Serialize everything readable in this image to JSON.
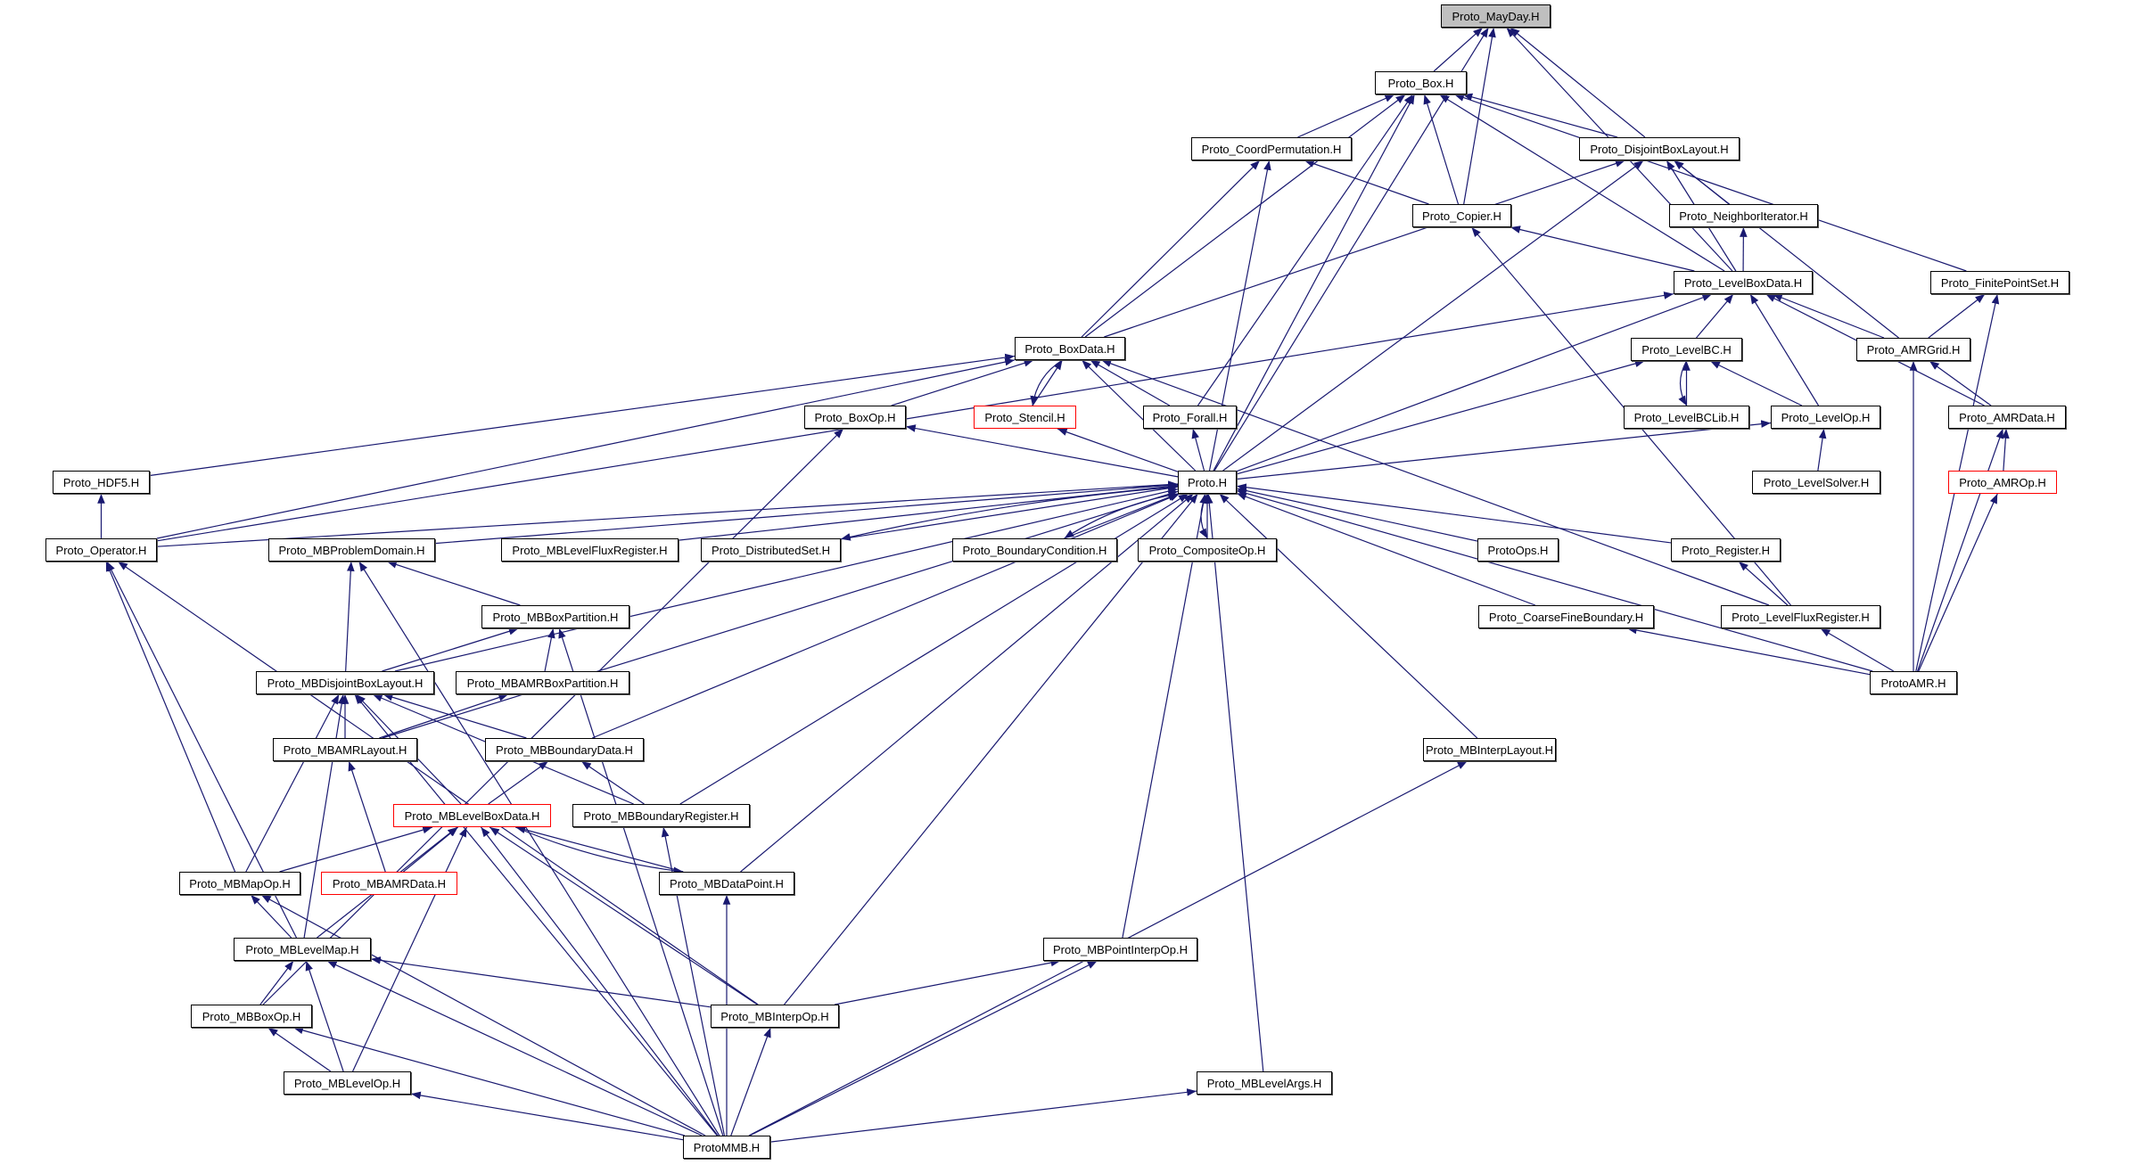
{
  "graph": {
    "title": "Proto_MayDay.H include dependency graph",
    "colors": {
      "edge": "#191970",
      "root_fill": "#bfbfbf",
      "truncated_border": "#ff0000",
      "node_border": "#000000"
    },
    "nodes": [
      {
        "id": "mayday",
        "label": "Proto_MayDay.H",
        "kind": "root"
      },
      {
        "id": "box",
        "label": "Proto_Box.H",
        "kind": "normal"
      },
      {
        "id": "coordperm",
        "label": "Proto_CoordPermutation.H",
        "kind": "normal"
      },
      {
        "id": "dbl",
        "label": "Proto_DisjointBoxLayout.H",
        "kind": "normal"
      },
      {
        "id": "copier",
        "label": "Proto_Copier.H",
        "kind": "normal"
      },
      {
        "id": "neighbor",
        "label": "Proto_NeighborIterator.H",
        "kind": "normal"
      },
      {
        "id": "levelboxdata",
        "label": "Proto_LevelBoxData.H",
        "kind": "normal"
      },
      {
        "id": "finitepointset",
        "label": "Proto_FinitePointSet.H",
        "kind": "normal"
      },
      {
        "id": "boxdata",
        "label": "Proto_BoxData.H",
        "kind": "normal"
      },
      {
        "id": "levelbc",
        "label": "Proto_LevelBC.H",
        "kind": "normal"
      },
      {
        "id": "amrgrid",
        "label": "Proto_AMRGrid.H",
        "kind": "normal"
      },
      {
        "id": "boxop",
        "label": "Proto_BoxOp.H",
        "kind": "normal"
      },
      {
        "id": "stencil",
        "label": "Proto_Stencil.H",
        "kind": "truncated"
      },
      {
        "id": "forall",
        "label": "Proto_Forall.H",
        "kind": "normal"
      },
      {
        "id": "levelbclib",
        "label": "Proto_LevelBCLib.H",
        "kind": "normal"
      },
      {
        "id": "levelop",
        "label": "Proto_LevelOp.H",
        "kind": "normal"
      },
      {
        "id": "amrdata",
        "label": "Proto_AMRData.H",
        "kind": "normal"
      },
      {
        "id": "hdf5",
        "label": "Proto_HDF5.H",
        "kind": "normal"
      },
      {
        "id": "proto",
        "label": "Proto.H",
        "kind": "normal"
      },
      {
        "id": "levelsolver",
        "label": "Proto_LevelSolver.H",
        "kind": "normal"
      },
      {
        "id": "amrop",
        "label": "Proto_AMROp.H",
        "kind": "truncated"
      },
      {
        "id": "operator",
        "label": "Proto_Operator.H",
        "kind": "normal"
      },
      {
        "id": "mbproblemdomain",
        "label": "Proto_MBProblemDomain.H",
        "kind": "normal"
      },
      {
        "id": "mblevelfluxreg",
        "label": "Proto_MBLevelFluxRegister.H",
        "kind": "normal"
      },
      {
        "id": "distributedset",
        "label": "Proto_DistributedSet.H",
        "kind": "normal"
      },
      {
        "id": "boundarycond",
        "label": "Proto_BoundaryCondition.H",
        "kind": "normal"
      },
      {
        "id": "compositeop",
        "label": "Proto_CompositeOp.H",
        "kind": "normal"
      },
      {
        "id": "protoops",
        "label": "ProtoOps.H",
        "kind": "normal"
      },
      {
        "id": "register",
        "label": "Proto_Register.H",
        "kind": "normal"
      },
      {
        "id": "mbboxpartition",
        "label": "Proto_MBBoxPartition.H",
        "kind": "normal"
      },
      {
        "id": "coarsefine",
        "label": "Proto_CoarseFineBoundary.H",
        "kind": "normal"
      },
      {
        "id": "levelfluxreg",
        "label": "Proto_LevelFluxRegister.H",
        "kind": "normal"
      },
      {
        "id": "mbdbl",
        "label": "Proto_MBDisjointBoxLayout.H",
        "kind": "normal"
      },
      {
        "id": "mbamrboxpartition",
        "label": "Proto_MBAMRBoxPartition.H",
        "kind": "normal"
      },
      {
        "id": "protoamr",
        "label": "ProtoAMR.H",
        "kind": "normal"
      },
      {
        "id": "mbamrlayout",
        "label": "Proto_MBAMRLayout.H",
        "kind": "normal"
      },
      {
        "id": "mbboundarydata",
        "label": "Proto_MBBoundaryData.H",
        "kind": "normal"
      },
      {
        "id": "mbinterplayout",
        "label": "Proto_MBInterpLayout.H",
        "kind": "normal"
      },
      {
        "id": "mblevelboxdata",
        "label": "Proto_MBLevelBoxData.H",
        "kind": "truncated"
      },
      {
        "id": "mbboundaryreg",
        "label": "Proto_MBBoundaryRegister.H",
        "kind": "normal"
      },
      {
        "id": "mbmapop",
        "label": "Proto_MBMapOp.H",
        "kind": "normal"
      },
      {
        "id": "mbamrdata",
        "label": "Proto_MBAMRData.H",
        "kind": "truncated"
      },
      {
        "id": "mbdatapoint",
        "label": "Proto_MBDataPoint.H",
        "kind": "normal"
      },
      {
        "id": "mblevelmap",
        "label": "Proto_MBLevelMap.H",
        "kind": "normal"
      },
      {
        "id": "mbpointinterpop",
        "label": "Proto_MBPointInterpOp.H",
        "kind": "normal"
      },
      {
        "id": "mbboxop",
        "label": "Proto_MBBoxOp.H",
        "kind": "normal"
      },
      {
        "id": "mbinterpop",
        "label": "Proto_MBInterpOp.H",
        "kind": "normal"
      },
      {
        "id": "mblevelop",
        "label": "Proto_MBLevelOp.H",
        "kind": "normal"
      },
      {
        "id": "mblevelargs",
        "label": "Proto_MBLevelArgs.H",
        "kind": "normal"
      },
      {
        "id": "protommb",
        "label": "ProtoMMB.H",
        "kind": "normal"
      }
    ],
    "edges": [
      [
        "box",
        "mayday"
      ],
      [
        "copier",
        "mayday"
      ],
      [
        "dbl",
        "mayday"
      ],
      [
        "levelboxdata",
        "mayday"
      ],
      [
        "proto",
        "mayday"
      ],
      [
        "coordperm",
        "box"
      ],
      [
        "dbl",
        "box"
      ],
      [
        "copier",
        "box"
      ],
      [
        "levelboxdata",
        "box"
      ],
      [
        "finitepointset",
        "box"
      ],
      [
        "boxdata",
        "box"
      ],
      [
        "forall",
        "box"
      ],
      [
        "proto",
        "box"
      ],
      [
        "copier",
        "coordperm"
      ],
      [
        "boxdata",
        "coordperm"
      ],
      [
        "proto",
        "coordperm"
      ],
      [
        "neighbor",
        "dbl"
      ],
      [
        "levelboxdata",
        "dbl"
      ],
      [
        "amrgrid",
        "dbl"
      ],
      [
        "boxdata",
        "dbl"
      ],
      [
        "proto",
        "dbl"
      ],
      [
        "levelboxdata",
        "copier"
      ],
      [
        "levelfluxreg",
        "copier"
      ],
      [
        "levelboxdata",
        "neighbor"
      ],
      [
        "levelbc",
        "levelboxdata"
      ],
      [
        "levelop",
        "levelboxdata"
      ],
      [
        "amrgrid",
        "levelboxdata"
      ],
      [
        "amrdata",
        "levelboxdata"
      ],
      [
        "proto",
        "levelboxdata"
      ],
      [
        "operator",
        "levelboxdata"
      ],
      [
        "amrgrid",
        "finitepointset"
      ],
      [
        "protoamr",
        "finitepointset"
      ],
      [
        "boxop",
        "boxdata"
      ],
      [
        "stencil",
        "boxdata"
      ],
      [
        "forall",
        "boxdata"
      ],
      [
        "proto",
        "boxdata"
      ],
      [
        "hdf5",
        "boxdata"
      ],
      [
        "operator",
        "boxdata"
      ],
      [
        "levelfluxreg",
        "boxdata"
      ],
      [
        "boxdata",
        "stencil"
      ],
      [
        "levelbclib",
        "levelbc"
      ],
      [
        "levelop",
        "levelbc"
      ],
      [
        "proto",
        "levelbc"
      ],
      [
        "levelbc",
        "levelbclib"
      ],
      [
        "amrdata",
        "amrgrid"
      ],
      [
        "protoamr",
        "amrgrid"
      ],
      [
        "proto",
        "boxop"
      ],
      [
        "mbboxop",
        "boxop"
      ],
      [
        "proto",
        "stencil"
      ],
      [
        "proto",
        "forall"
      ],
      [
        "proto",
        "levelop"
      ],
      [
        "levelsolver",
        "levelop"
      ],
      [
        "amrop",
        "amrdata"
      ],
      [
        "protoamr",
        "amrdata"
      ],
      [
        "protoamr",
        "amrop"
      ],
      [
        "operator",
        "hdf5"
      ],
      [
        "operator",
        "proto"
      ],
      [
        "mbproblemdomain",
        "proto"
      ],
      [
        "mblevelfluxreg",
        "proto"
      ],
      [
        "distributedset",
        "proto"
      ],
      [
        "boundarycond",
        "proto"
      ],
      [
        "compositeop",
        "proto"
      ],
      [
        "protoops",
        "proto"
      ],
      [
        "register",
        "proto"
      ],
      [
        "coarsefine",
        "proto"
      ],
      [
        "protoamr",
        "proto"
      ],
      [
        "mbdbl",
        "proto"
      ],
      [
        "mbamrlayout",
        "proto"
      ],
      [
        "mbboundarydata",
        "proto"
      ],
      [
        "mbinterplayout",
        "proto"
      ],
      [
        "mbboundaryreg",
        "proto"
      ],
      [
        "mbdatapoint",
        "proto"
      ],
      [
        "mbinterpop",
        "proto"
      ],
      [
        "mbpointinterpop",
        "proto"
      ],
      [
        "mblevelargs",
        "proto"
      ],
      [
        "proto",
        "distributedset"
      ],
      [
        "proto",
        "boundarycond"
      ],
      [
        "proto",
        "compositeop"
      ],
      [
        "mbmapop",
        "operator"
      ],
      [
        "mblevelmap",
        "operator"
      ],
      [
        "mbinterpop",
        "operator"
      ],
      [
        "mbdbl",
        "mbproblemdomain"
      ],
      [
        "mbboxpartition",
        "mbproblemdomain"
      ],
      [
        "protommb",
        "mbproblemdomain"
      ],
      [
        "levelfluxreg",
        "register"
      ],
      [
        "mbdbl",
        "mbboxpartition"
      ],
      [
        "mbamrboxpartition",
        "mbboxpartition"
      ],
      [
        "protommb",
        "mbboxpartition"
      ],
      [
        "protoamr",
        "coarsefine"
      ],
      [
        "protoamr",
        "levelfluxreg"
      ],
      [
        "mbamrlayout",
        "mbdbl"
      ],
      [
        "mbboundarydata",
        "mbdbl"
      ],
      [
        "mblevelboxdata",
        "mbdbl"
      ],
      [
        "mbmapop",
        "mbdbl"
      ],
      [
        "mblevelmap",
        "mbdbl"
      ],
      [
        "mbboundaryreg",
        "mbdbl"
      ],
      [
        "protommb",
        "mbdbl"
      ],
      [
        "mbamrlayout",
        "mbamrboxpartition"
      ],
      [
        "mbamrdata",
        "mbamrlayout"
      ],
      [
        "mblevelboxdata",
        "mbboundarydata"
      ],
      [
        "mbboundaryreg",
        "mbboundarydata"
      ],
      [
        "protommb",
        "mbinterplayout"
      ],
      [
        "mbmapop",
        "mblevelboxdata"
      ],
      [
        "mbamrdata",
        "mblevelboxdata"
      ],
      [
        "mbdatapoint",
        "mblevelboxdata"
      ],
      [
        "mblevelmap",
        "mblevelboxdata"
      ],
      [
        "mbinterpop",
        "mblevelboxdata"
      ],
      [
        "mblevelop",
        "mblevelboxdata"
      ],
      [
        "protommb",
        "mblevelboxdata"
      ],
      [
        "mblevelboxdata",
        "mbdatapoint"
      ],
      [
        "protommb",
        "mbboundaryreg"
      ],
      [
        "mblevelmap",
        "mbmapop"
      ],
      [
        "protommb",
        "mbmapop"
      ],
      [
        "protommb",
        "mbdatapoint"
      ],
      [
        "mbboxop",
        "mblevelmap"
      ],
      [
        "mblevelop",
        "mblevelmap"
      ],
      [
        "mbinterpop",
        "mblevelmap"
      ],
      [
        "protommb",
        "mblevelmap"
      ],
      [
        "mbinterpop",
        "mbpointinterpop"
      ],
      [
        "protommb",
        "mbpointinterpop"
      ],
      [
        "mblevelop",
        "mbboxop"
      ],
      [
        "protommb",
        "mbboxop"
      ],
      [
        "protommb",
        "mbinterpop"
      ],
      [
        "protommb",
        "mblevelop"
      ],
      [
        "protommb",
        "mblevelargs"
      ]
    ]
  }
}
